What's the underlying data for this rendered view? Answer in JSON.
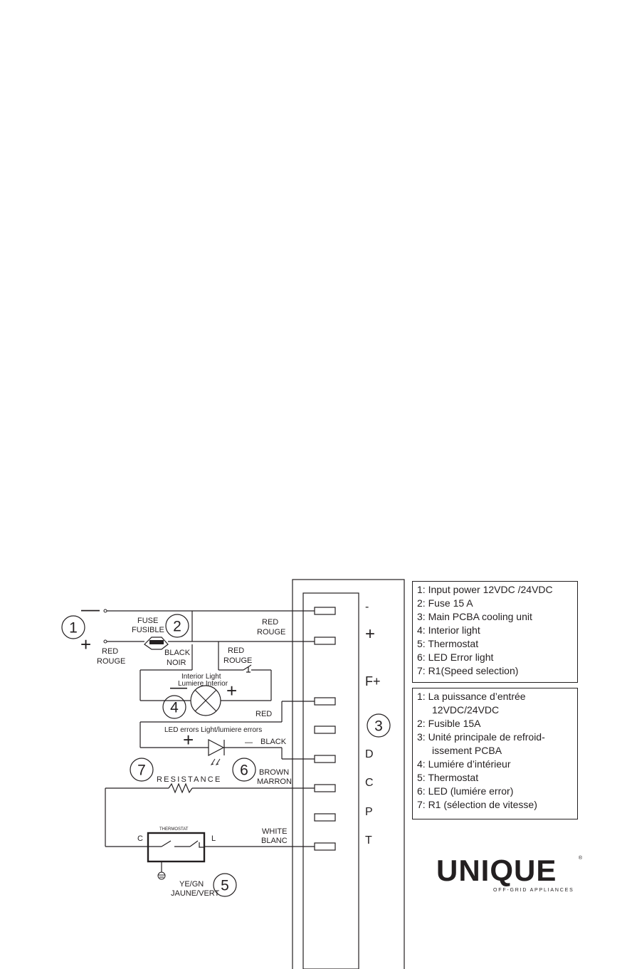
{
  "diagram": {
    "minus_sign": "—",
    "plus_sign": "+",
    "components": [
      {
        "id": "1",
        "label": "1"
      },
      {
        "id": "2",
        "label": "2"
      },
      {
        "id": "3",
        "label": "3"
      },
      {
        "id": "4",
        "label": "4"
      },
      {
        "id": "5",
        "label": "5"
      },
      {
        "id": "6",
        "label": "6"
      },
      {
        "id": "7",
        "label": "7"
      }
    ],
    "wire_labels": {
      "fuse": "FUSE",
      "fusible": "FUSIBLE",
      "red_left_1": "RED",
      "rouge_left_1": "ROUGE",
      "black_1": "BLACK",
      "noir_1": "NOIR",
      "red_top": "RED",
      "rouge_top": "ROUGE",
      "red_switch": "RED",
      "rouge_switch": "ROUGE",
      "interior_light": "Interior  Light",
      "lumiere_interior": "Lumiere Interior",
      "red_mid": "RED",
      "led_errors": "LED errors Light/lumiere errors",
      "black_led": "BLACK",
      "resistance": "RESISTANCE",
      "brown": "BROWN",
      "marron": "MARRON",
      "thermostat": "THERMOSTAT",
      "c_label": "C",
      "l_label": "L",
      "white": "WHITE",
      "blanc": "BLANC",
      "ye_gn": "YE/GN",
      "jaune_vert": "JAUNE/VERT"
    },
    "terminals": [
      "-",
      "+",
      "F+",
      "",
      "D",
      "C",
      "P",
      "T"
    ]
  },
  "legend_en": [
    "1: Input power 12VDC /24VDC",
    "2: Fuse 15 A",
    "3: Main PCBA cooling unit",
    "4: Interior light",
    "5: Thermostat",
    "6: LED Error light",
    "7: R1(Speed selection)"
  ],
  "legend_fr": [
    {
      "text": "1: La puissance d’entrée",
      "indent": false
    },
    {
      "text": "12VDC/24VDC",
      "indent": true
    },
    {
      "text": "2: Fusible 15A",
      "indent": false
    },
    {
      "text": "3: Unité principale de refroid-",
      "indent": false
    },
    {
      "text": "issement PCBA",
      "indent": true
    },
    {
      "text": "4: Lumiére d’intérieur",
      "indent": false
    },
    {
      "text": "5: Thermostat",
      "indent": false
    },
    {
      "text": "6: LED (lumiére error)",
      "indent": false
    },
    {
      "text": "7: R1 (sélection de vitesse)",
      "indent": false
    }
  ],
  "brand": {
    "name": "UNIQUE",
    "registered": "®",
    "tagline": "OFF-GRID APPLIANCES"
  }
}
